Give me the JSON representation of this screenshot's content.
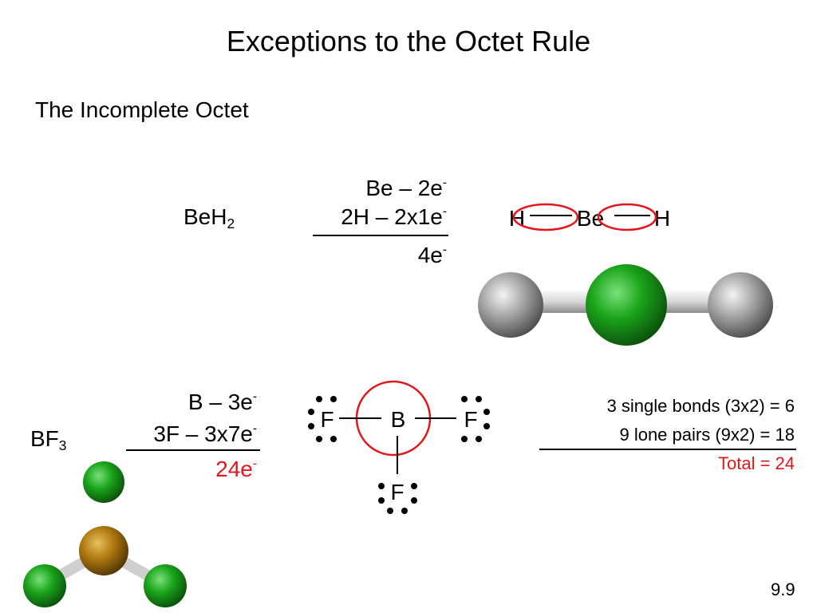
{
  "title": "Exceptions to the Octet Rule",
  "subtitle": "The Incomplete Octet",
  "slide_number": "9.9",
  "beh2": {
    "formula_base": "BeH",
    "formula_sub": "2",
    "calc": [
      {
        "text": "Be – 2e",
        "sup": "-"
      },
      {
        "text": "2H – 2x1e",
        "sup": "-"
      }
    ],
    "total": {
      "text": "4e",
      "sup": "-"
    },
    "lewis": {
      "left": "H",
      "center": "Be",
      "right": "H"
    }
  },
  "bf3": {
    "formula_base": "BF",
    "formula_sub": "3",
    "calc": [
      {
        "text": "B – 3e",
        "sup": "-"
      },
      {
        "text": "3F – 3x7e",
        "sup": "-"
      }
    ],
    "total": {
      "text": "24e",
      "sup": "-"
    },
    "lewis": {
      "center": "B",
      "left": "F",
      "right": "F",
      "bottom": "F"
    },
    "count": {
      "bonds": "3 single bonds (3x2) =   6",
      "lone_pairs": "9 lone pairs (9x2) = 18",
      "total": "Total = 24"
    }
  },
  "colors": {
    "highlight": "#e3161b",
    "hydrogen_atom": "#9a9a9a",
    "beryllium_atom": "#1aa51a",
    "fluorine_atom": "#1aa51a",
    "boron_atom": "#b07a10"
  }
}
